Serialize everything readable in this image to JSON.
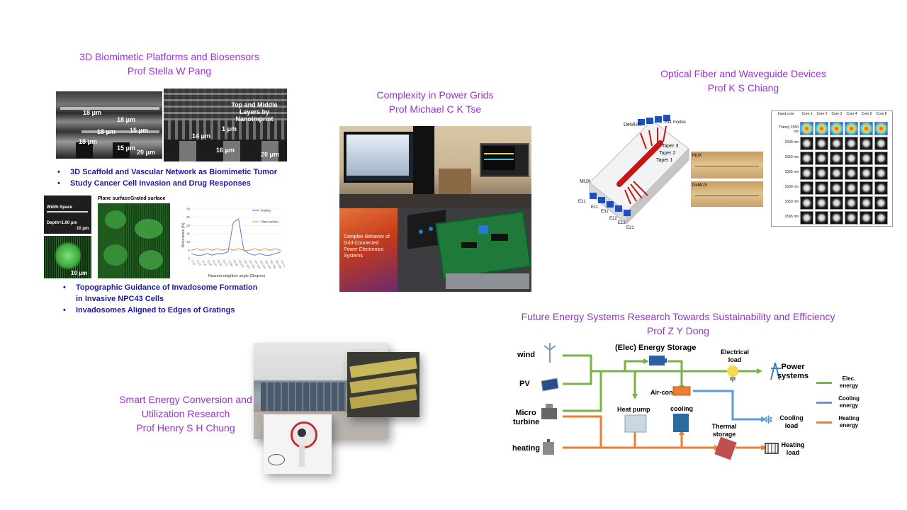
{
  "sections": {
    "biomimetic": {
      "title": "3D Biomimetic Platforms and Biosensors",
      "prof": "Prof Stella W Pang",
      "bullets1": [
        "3D Scaffold and Vascular Network as Biomimetic Tumor",
        "Study Cancer Cell Invasion and Drug Responses"
      ],
      "bullets2": [
        "Topographic Guidance of Invadosome Formation in Invasive NPC43 Cells",
        "Invadosomes Aligned to Edges of Gratings"
      ],
      "sem_labels": [
        "18 μm",
        "18 μm",
        "18 μm",
        "15 μm",
        "18 μm",
        "15 μm",
        "20 μm"
      ],
      "sem2_labels": [
        "Top and Middle Layers by Nanoimprint",
        "14 μm",
        "1 μm",
        "16 μm",
        "20 μm"
      ],
      "small_labels": [
        "Width Space",
        "Depth=1.00 μm",
        "10 μm",
        "10 μm"
      ],
      "plane_surface": "Plane surface",
      "grated_surface": "Grated surface"
    },
    "power_grids": {
      "title": "Complexity in Power Grids",
      "prof": "Prof Michael C K Tse",
      "book_title": "Complex Behavior of Grid-Connected Power Electronics Systems"
    },
    "optical": {
      "title": "Optical Fiber and Waveguide Devices",
      "prof": "Prof K S Chiang",
      "labels": [
        "DeMUX",
        "MUX",
        "Taper 3",
        "Taper 2",
        "Taper 1",
        "E11 modes",
        "E21",
        "E11",
        "E31",
        "E22",
        "E12",
        "E21"
      ],
      "mux_label": "MUX",
      "demux_label": "DeMUX",
      "table_header": [
        "Input core",
        "Core 1",
        "Core 2",
        "Core 3",
        "Core 4",
        "Core 5",
        "Core 6"
      ],
      "row_labels": [
        "Theory 1550 nm",
        "1530 nm",
        "1550 nm",
        "1565 nm",
        "1530 nm",
        "1550 nm",
        "1565 nm"
      ]
    },
    "future_energy": {
      "title": "Future Energy Systems Research Towards Sustainability and Efficiency",
      "prof": "Prof Z Y Dong",
      "storage_label": "(Elec) Energy Storage",
      "sources": [
        "wind",
        "PV",
        "Micro turbine",
        "heating"
      ],
      "nodes": {
        "electrical_load": "Electrical load",
        "power_systems": "Power systems",
        "air_con": "Air-con",
        "cooling": "cooling",
        "heat_pump": "Heat pump",
        "thermal_storage": "Thermal storage",
        "cooling_load": "Cooling load",
        "heating_load": "Heating load"
      },
      "legend": [
        {
          "label": "Elec. energy",
          "color": "#77b244"
        },
        {
          "label": "Cooling energy",
          "color": "#5b9bd5"
        },
        {
          "label": "Heating energy",
          "color": "#ed7d31"
        }
      ]
    },
    "smart_energy": {
      "title_line1": "Smart Energy Conversion and",
      "title_line2": "Utilization Research",
      "prof": "Prof Henry S H Chung"
    }
  },
  "chart_data": {
    "type": "line",
    "xlabel": "Nearest neighbor angle (Degree)",
    "ylabel": "Occurrence (%)",
    "ylim": [
      0,
      30
    ],
    "yticks": [
      0,
      5,
      10,
      15,
      20,
      25,
      30
    ],
    "x": [
      "0-10",
      "11-20",
      "21-30",
      "31-40",
      "41-50",
      "51-60",
      "61-70",
      "71-80",
      "81-90",
      "91-100",
      "101-110",
      "111-120",
      "121-130",
      "131-140",
      "141-150",
      "151-160",
      "161-170",
      "171-180"
    ],
    "series": [
      {
        "name": "Grating",
        "color": "#4472c4",
        "values": [
          3,
          2,
          2,
          3,
          2,
          3,
          3,
          4,
          22,
          24,
          5,
          3,
          2,
          3,
          2,
          2,
          3,
          4
        ]
      },
      {
        "name": "Plane surface",
        "color": "#ed7d31",
        "values": [
          5,
          6,
          5,
          6,
          5,
          6,
          5,
          6,
          5,
          6,
          5,
          5,
          6,
          5,
          6,
          5,
          6,
          5
        ]
      }
    ]
  }
}
